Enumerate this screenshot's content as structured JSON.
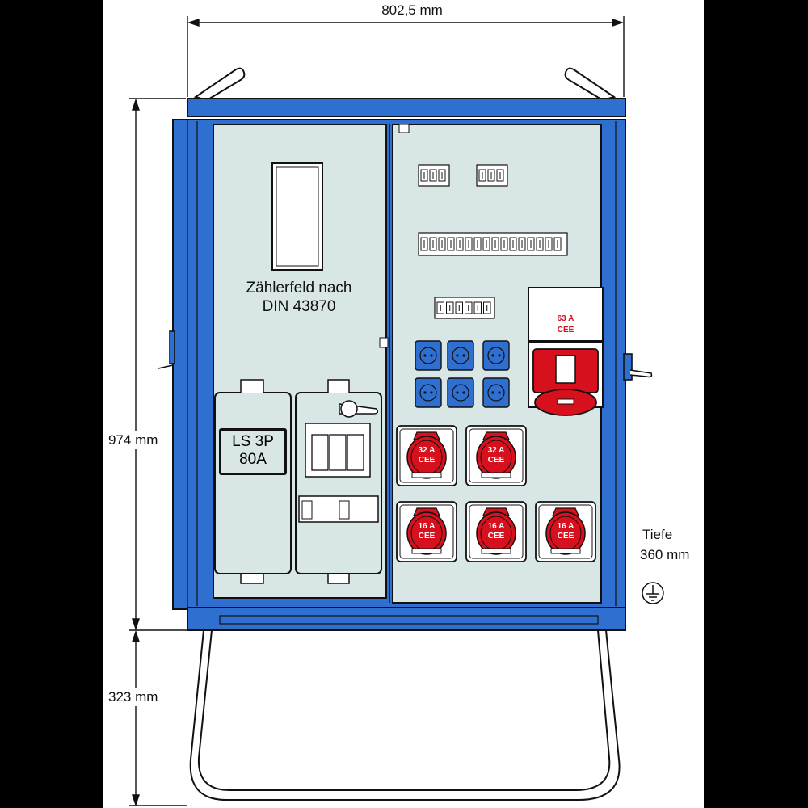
{
  "dimensions": {
    "width": "802,5 mm",
    "height": "974 mm",
    "leg_height": "323 mm",
    "depth_label": "Tiefe",
    "depth_value": "360 mm"
  },
  "meter_field": {
    "line1": "Zählerfeld nach",
    "line2": "DIN 43870"
  },
  "main_breaker": {
    "line1": "LS 3P",
    "line2": "80A"
  },
  "sockets": {
    "cee63": {
      "amp": "63 A",
      "type": "CEE"
    },
    "cee32": [
      {
        "amp": "32 A",
        "type": "CEE"
      },
      {
        "amp": "32 A",
        "type": "CEE"
      }
    ],
    "cee16": [
      {
        "amp": "16 A",
        "type": "CEE"
      },
      {
        "amp": "16 A",
        "type": "CEE"
      },
      {
        "amp": "16 A",
        "type": "CEE"
      }
    ],
    "schuko_count": 6
  },
  "colors": {
    "enclosure_blue": "#2f6fd0",
    "panel": "#d8e6e6",
    "cee_red": "#d6101c",
    "schuko_blue": "#2f6fd0",
    "background": "#ffffff",
    "side_bars": "#000000"
  },
  "icons": [
    "ground-icon"
  ]
}
